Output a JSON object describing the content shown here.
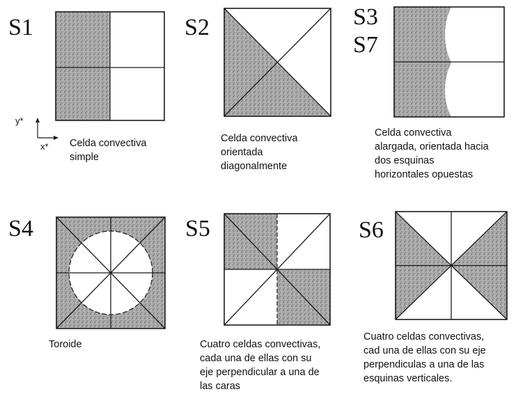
{
  "figure": {
    "panels": [
      {
        "id": "S1",
        "labels": [
          "S1"
        ],
        "caption": [
          "Celda convectiva",
          "simple"
        ]
      },
      {
        "id": "S2",
        "labels": [
          "S2"
        ],
        "caption": [
          "Celda convectiva",
          "orientada",
          "diagonalmente"
        ]
      },
      {
        "id": "S3",
        "labels": [
          "S3",
          "S7"
        ],
        "caption": [
          "Celda convectiva",
          "alargada, orientada hacia",
          "dos esquinas",
          "horizontales opuestas"
        ]
      },
      {
        "id": "S4",
        "labels": [
          "S4"
        ],
        "caption": [
          "Toroide"
        ]
      },
      {
        "id": "S5",
        "labels": [
          "S5"
        ],
        "caption": [
          "Cuatro celdas convectivas,",
          "cada una de ellas con su",
          "eje perpendicular a una de",
          "las caras"
        ]
      },
      {
        "id": "S6",
        "labels": [
          "S6"
        ],
        "caption": [
          "Cuatro celdas convectivas,",
          "cad una de ellas con su eje",
          "perpendiculas a una de las",
          "esquinas verticales."
        ]
      }
    ],
    "axes": {
      "y_label": "y*",
      "x_label": "x*"
    },
    "colors": {
      "line": "#1a1a1a",
      "shade": "#9a9a9a"
    }
  }
}
